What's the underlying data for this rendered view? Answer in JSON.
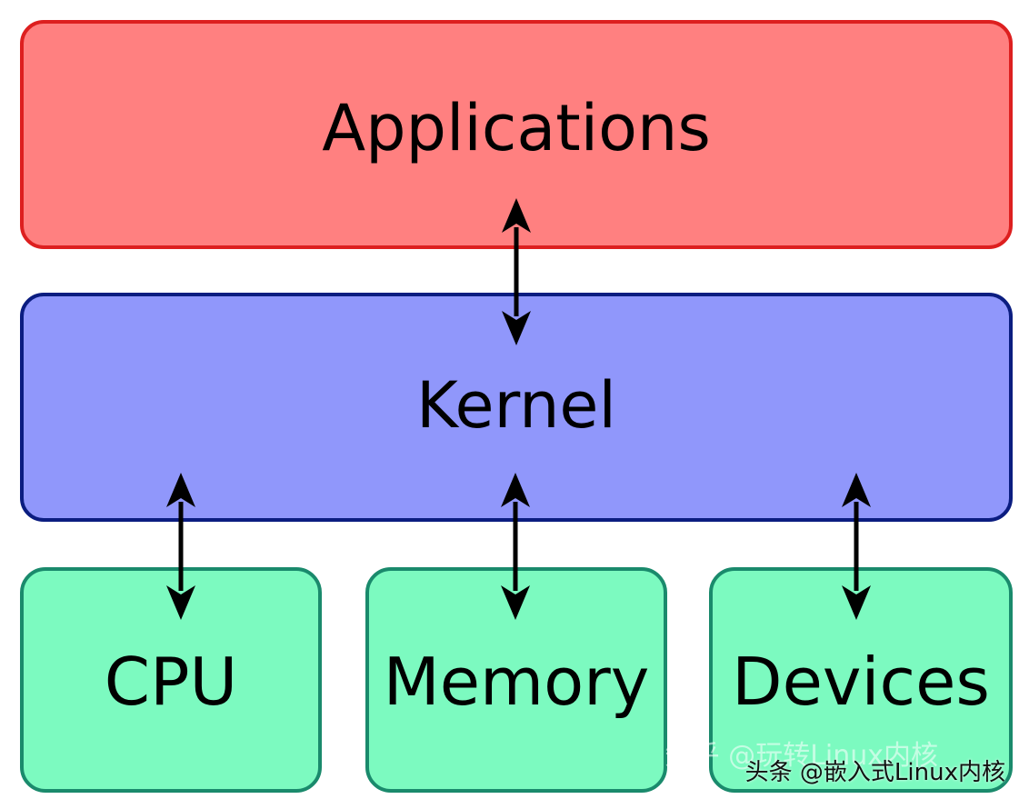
{
  "layers": {
    "applications": {
      "label": "Applications"
    },
    "kernel": {
      "label": "Kernel"
    },
    "hardware": [
      {
        "id": "cpu",
        "label": "CPU"
      },
      {
        "id": "memory",
        "label": "Memory"
      },
      {
        "id": "devices",
        "label": "Devices"
      }
    ]
  },
  "colors": {
    "applications_fill": "#ff8080",
    "applications_border": "#dd1f1f",
    "kernel_fill": "#9097fb",
    "kernel_border": "#0b1d80",
    "hardware_fill": "#7cfac0",
    "hardware_border": "#1a8a6c",
    "arrow": "#000000"
  },
  "connections": [
    {
      "from": "applications",
      "to": "kernel",
      "direction": "bidirectional"
    },
    {
      "from": "kernel",
      "to": "cpu",
      "direction": "bidirectional"
    },
    {
      "from": "kernel",
      "to": "memory",
      "direction": "bidirectional"
    },
    {
      "from": "kernel",
      "to": "devices",
      "direction": "bidirectional"
    }
  ],
  "watermark": {
    "faded_text": "知乎 @玩转Linux内核",
    "text": "头条 @嵌入式Linux内核"
  }
}
